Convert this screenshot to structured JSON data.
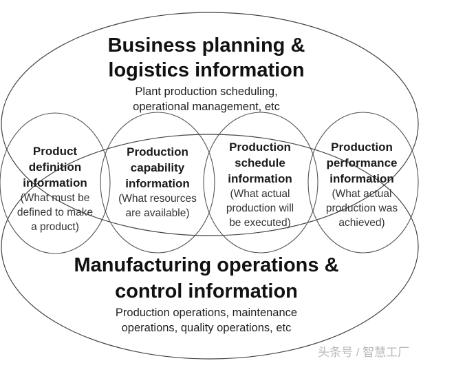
{
  "top_ellipse": {
    "title_lines": [
      "Business planning &",
      "logistics information"
    ],
    "subtitle_lines": [
      "Plant production scheduling,",
      "operational management, etc"
    ]
  },
  "bottom_ellipse": {
    "title_lines": [
      "Manufacturing operations &",
      "control information"
    ],
    "subtitle_lines": [
      "Production operations, maintenance",
      "operations, quality operations, etc"
    ]
  },
  "circles": [
    {
      "title_lines": [
        "Product",
        "definition",
        "information"
      ],
      "desc_lines": [
        "(What must be",
        "defined to make",
        "a product)"
      ]
    },
    {
      "title_lines": [
        "Production",
        "capability",
        "information"
      ],
      "desc_lines": [
        "(What resources",
        "are available)"
      ]
    },
    {
      "title_lines": [
        "Production",
        "schedule",
        "information"
      ],
      "desc_lines": [
        "(What actual",
        "production will",
        "be executed)"
      ]
    },
    {
      "title_lines": [
        "Production",
        "performance",
        "information"
      ],
      "desc_lines": [
        "(What actual",
        "production was",
        "achieved)"
      ]
    }
  ],
  "watermark": "头条号 / 智慧工厂",
  "colors": {
    "stroke": "#444444",
    "text": "#111111",
    "watermark": "#b8b8b8"
  }
}
